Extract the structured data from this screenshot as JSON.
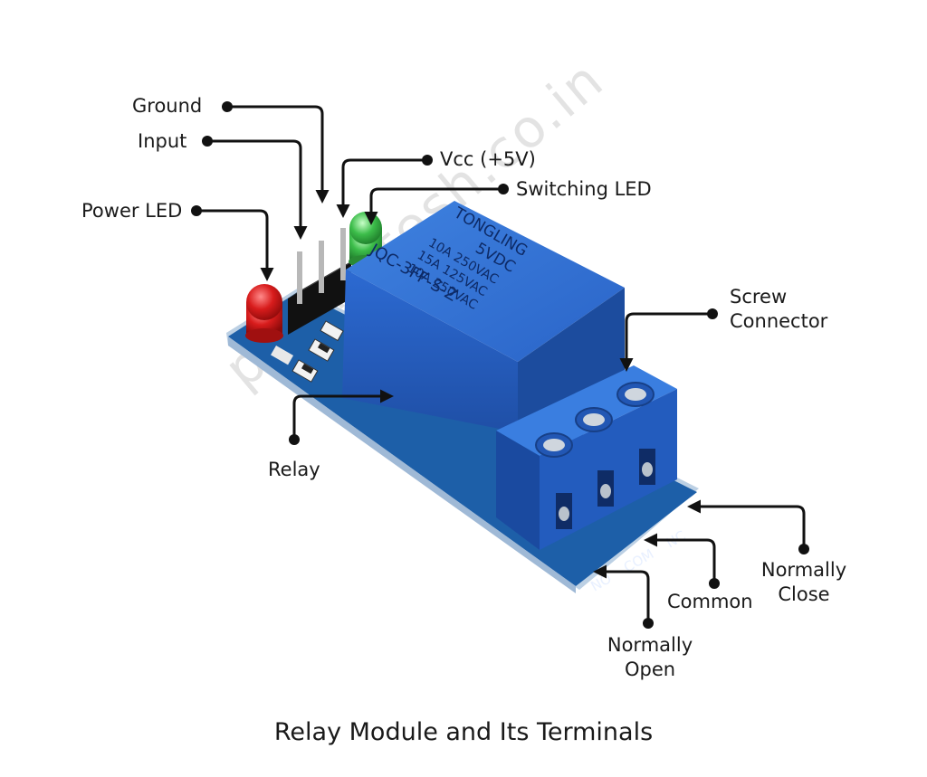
{
  "labels": {
    "ground": "Ground",
    "input": "Input",
    "vcc": "Vcc (+5V)",
    "switching_led": "Switching LED",
    "power_led": "Power LED",
    "screw_connector_line1": "Screw",
    "screw_connector_line2": "Connector",
    "relay": "Relay",
    "normally_close_line1": "Normally",
    "normally_close_line2": "Close",
    "common": "Common",
    "normally_open_line1": "Normally",
    "normally_open_line2": "Open"
  },
  "relay_markings": {
    "brand": "TONGLING",
    "voltage": "5VDC",
    "rating1": "10A 250VAC",
    "rating2": "15A 125VAC",
    "rating3": "10A 250VAC",
    "model": "JQC-3FF-S-Z"
  },
  "terminal_markings": {
    "no": "NO",
    "com": "COM",
    "nc": "NC"
  },
  "watermark": "polynotesh.co.in",
  "caption": "Relay Module and Its Terminals",
  "colors": {
    "relay_blue": "#2a64c8",
    "pcb_blue": "#1d5fa8",
    "leader_line": "#111111",
    "power_led": "#d81c1c",
    "switching_led": "#3cbd4a"
  }
}
